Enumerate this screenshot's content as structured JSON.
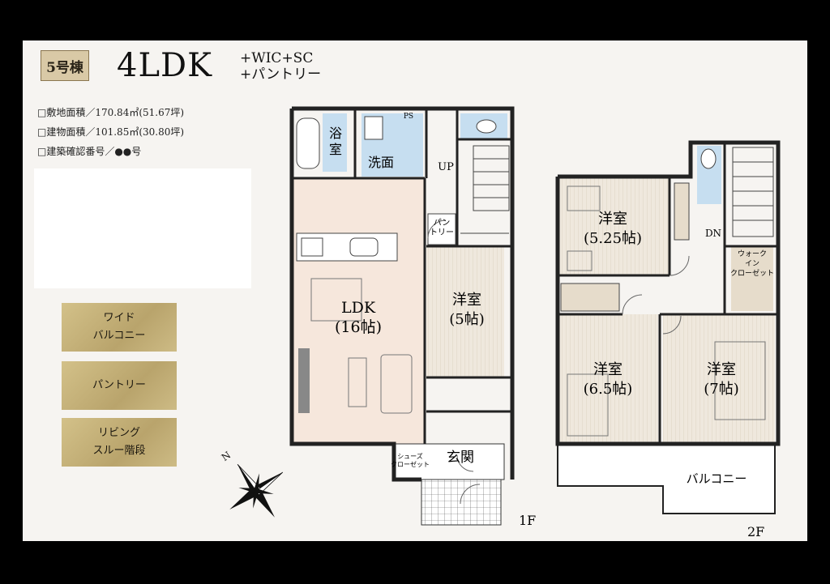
{
  "header": {
    "building_badge": "5号棟",
    "layout_title": "4LDK",
    "layout_suffix_1": "+WIC+SC",
    "layout_suffix_2": "+パントリー"
  },
  "specs": [
    "□敷地面積／170.84㎡(51.67坪)",
    "□建物面積／101.85㎡(30.80坪)",
    "□建築確認番号／●●号"
  ],
  "features": [
    "ワイド\nバルコニー",
    "パントリー",
    "リビング\nスルー階段"
  ],
  "floor1": {
    "floor_label": "1F",
    "bath": "浴\n室",
    "wash": "洗面",
    "ps": "PS",
    "stairs_up": "UP",
    "pantry": "パン\nトリー",
    "ldk": "LDK\n(16帖)",
    "western_room": "洋室\n(5帖)",
    "shoes_closet": "シューズ\nクローゼット",
    "entrance": "玄関"
  },
  "floor2": {
    "floor_label": "2F",
    "room_a": "洋室\n(5.25帖)",
    "room_b": "洋室\n(6.5帖)",
    "room_c": "洋室\n(7帖)",
    "walk_in_closet": "ウォーク\nイン\nクローゼット",
    "stairs_down": "DN",
    "balcony": "バルコニー"
  },
  "compass": {
    "north": "N"
  },
  "colors": {
    "badge": "#d9c9a6",
    "feature_gold": "#c7b37b",
    "ldk_floor": "#f6e7dc",
    "wet_area": "#c6def0",
    "wood": "#e6dccb"
  }
}
